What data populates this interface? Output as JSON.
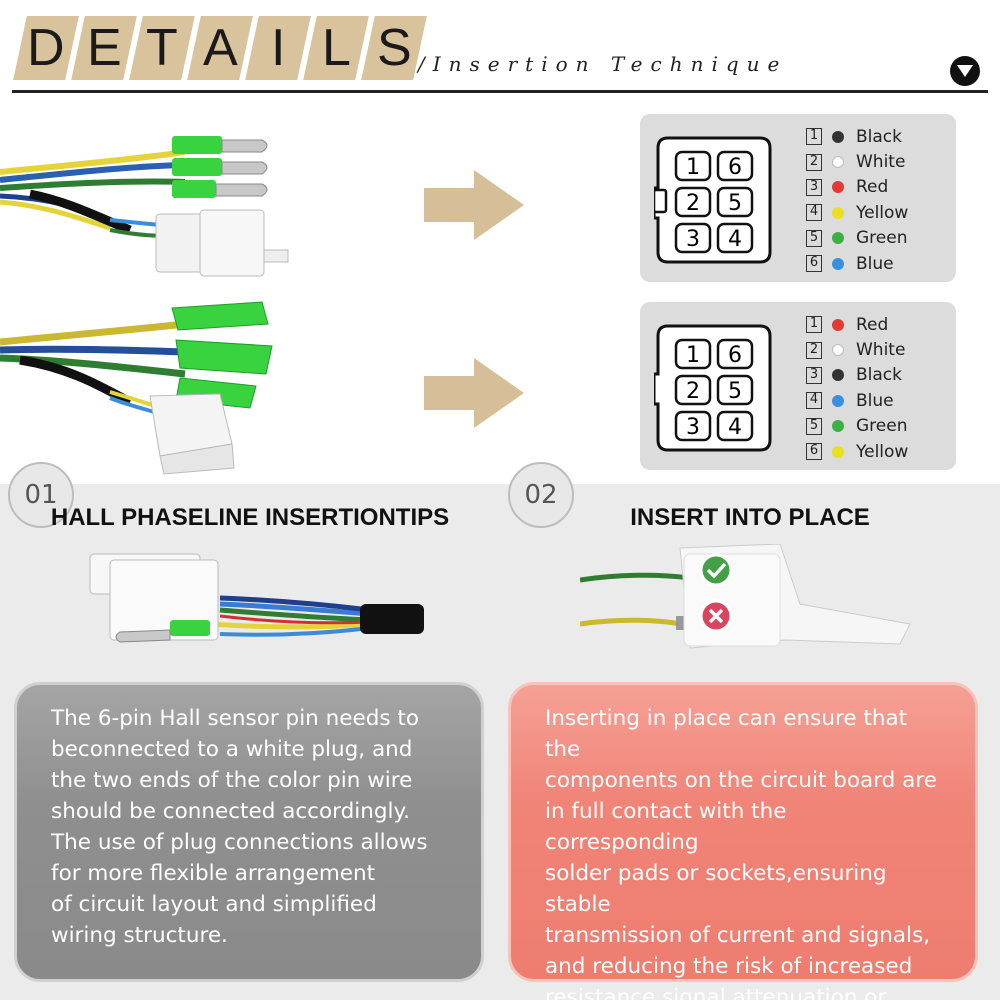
{
  "header": {
    "title_letters": [
      "D",
      "E",
      "T",
      "A",
      "I",
      "L",
      "S"
    ],
    "subtitle": "/Insertion  Technique"
  },
  "connectors": [
    {
      "pins": [
        {
          "num": "1",
          "color_name": "Black",
          "color": "#333333"
        },
        {
          "num": "2",
          "color_name": "White",
          "color": "#ffffff"
        },
        {
          "num": "3",
          "color_name": "Red",
          "color": "#e53935"
        },
        {
          "num": "4",
          "color_name": "Yellow",
          "color": "#e8e020"
        },
        {
          "num": "5",
          "color_name": "Green",
          "color": "#3cb043"
        },
        {
          "num": "6",
          "color_name": "Blue",
          "color": "#3a8fe0"
        }
      ],
      "housing_labels": [
        "1",
        "6",
        "2",
        "5",
        "3",
        "4"
      ]
    },
    {
      "pins": [
        {
          "num": "1",
          "color_name": "Red",
          "color": "#e53935"
        },
        {
          "num": "2",
          "color_name": "White",
          "color": "#ffffff"
        },
        {
          "num": "3",
          "color_name": "Black",
          "color": "#333333"
        },
        {
          "num": "4",
          "color_name": "Blue",
          "color": "#3a8fe0"
        },
        {
          "num": "5",
          "color_name": "Green",
          "color": "#3cb043"
        },
        {
          "num": "6",
          "color_name": "Yellow",
          "color": "#e8e020"
        }
      ],
      "housing_labels": [
        "1",
        "6",
        "2",
        "5",
        "3",
        "4"
      ]
    }
  ],
  "sections": [
    {
      "step": "01",
      "title": "HALL PHASELINE INSERTIONTIPS",
      "text": "The 6-pin Hall sensor pin needs to\nbeconnected to a white plug, and\nthe two ends of the color pin wire\nshould be connected accordingly.\nThe use of plug connections allows\nfor more flexible arrangement\nof circuit layout and simplified\nwiring structure."
    },
    {
      "step": "02",
      "title": "INSERT INTO PLACE",
      "text": "Inserting in place can ensure that the\ncomponents on the circuit board are\nin full contact with the corresponding\nsolder pads or sockets,ensuring stable\ntransmission of current and signals,\nand reducing the risk of increased\nresistance,signal attenuation,or\ndistortion caused by poor contact."
    }
  ],
  "icons": {
    "scroll_down": "chevron-down-icon",
    "correct": "check-icon",
    "wrong": "cross-icon"
  },
  "colors": {
    "title_tile": "#d9c39c",
    "arrow": "#d6bf98",
    "panel_gray": "#8f8f8f",
    "panel_red": "#f08477",
    "check_green": "#43a047",
    "cross_red": "#d9455f"
  }
}
